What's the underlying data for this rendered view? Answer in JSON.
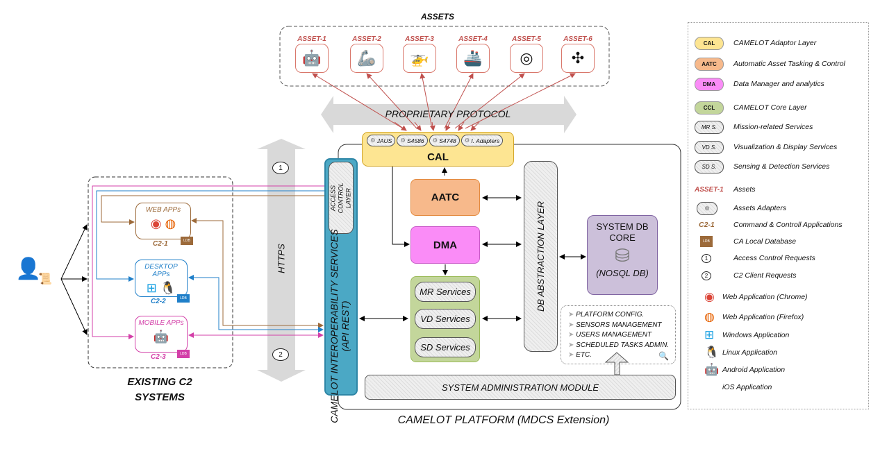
{
  "assets": {
    "title": "ASSETS",
    "items": [
      {
        "label": "ASSET-1",
        "icon": "ground-robot-icon",
        "glyph": "🤖"
      },
      {
        "label": "ASSET-2",
        "icon": "robot-arm-icon",
        "glyph": "🦾"
      },
      {
        "label": "ASSET-3",
        "icon": "helicopter-drone-icon",
        "glyph": "🚁"
      },
      {
        "label": "ASSET-4",
        "icon": "ship-icon",
        "glyph": "🚢"
      },
      {
        "label": "ASSET-5",
        "icon": "radar-icon",
        "glyph": "◎"
      },
      {
        "label": "ASSET-6",
        "icon": "quadcopter-icon",
        "glyph": "✣"
      }
    ]
  },
  "protocol": {
    "label": "PROPRIETARY PROTOCOL"
  },
  "cal": {
    "label": "CAL",
    "adapters": [
      "JAUS",
      "S4586",
      "S4748",
      "I. Adapters"
    ]
  },
  "https": {
    "label": "HTTPS",
    "marker1": "1",
    "marker2": "2"
  },
  "interop": {
    "label": "CAMELOT INTEROPERABILITY SERVICES (API REST)",
    "access_control": "ACCESS CONTROL LAYER"
  },
  "aatc": {
    "label": "AATC"
  },
  "dma": {
    "label": "DMA"
  },
  "services": [
    "MR Services",
    "VD Services",
    "SD Services"
  ],
  "db_layer": {
    "label": "DB ABSTRACTION LAYER"
  },
  "db_core": {
    "title": "SYSTEM DB CORE",
    "subtitle": "(NOSQL DB)"
  },
  "admin_items": [
    "PLATFORM CONFIG.",
    "SENSORS MANAGEMENT",
    "USERS MANAGEMENT",
    "SCHEDULED TASKS ADMIN.",
    "ETC."
  ],
  "admin_module": {
    "label": "SYSTEM ADMINISTRATION MODULE"
  },
  "platform": {
    "label": "CAMELOT PLATFORM (MDCS Extension)"
  },
  "c2": {
    "label": "EXISTING C2 SYSTEMS",
    "apps": [
      {
        "title": "WEB APPs",
        "code": "C2-1",
        "color": "#9c6a3a"
      },
      {
        "title": "DESKTOP APPs",
        "code": "C2-2",
        "color": "#1f7fc9"
      },
      {
        "title": "MOBILE APPs",
        "code": "C2-3",
        "color": "#d33fa8"
      }
    ],
    "ldb": "LDB"
  },
  "legend": [
    {
      "badge": "CAL",
      "text": "CAMELOT Adaptor Layer",
      "color": "#fde592"
    },
    {
      "badge": "AATC",
      "text": "Automatic Asset Tasking & Control",
      "color": "#f7b98b"
    },
    {
      "badge": "DMA",
      "text": "Data Manager and analytics",
      "color": "#fa8cf7"
    },
    {
      "badge": "CCL",
      "text": "CAMELOT Core Layer",
      "color": "#c3d69b"
    },
    {
      "badge": "MR S.",
      "text": "Mission-related Services"
    },
    {
      "badge": "VD S.",
      "text": "Visualization & Display Services"
    },
    {
      "badge": "SD S.",
      "text": "Sensing & Detection Services"
    },
    {
      "badge": "ASSET-1",
      "text": "Assets"
    },
    {
      "badge": "⚙",
      "text": "Assets Adapters"
    },
    {
      "badge": "C2-1",
      "text": "Command & Controll Applications"
    },
    {
      "badge": "LDB",
      "text": "CA Local Database"
    },
    {
      "badge": "1",
      "text": "Access Control Requests"
    },
    {
      "badge": "2",
      "text": "C2 Client Requests"
    },
    {
      "text": "Web Application (Chrome)",
      "icon": "chrome-icon"
    },
    {
      "text": "Web Application (Firefox)",
      "icon": "firefox-icon"
    },
    {
      "text": "Windows Application",
      "icon": "windows-icon"
    },
    {
      "text": "Linux Application",
      "icon": "linux-icon"
    },
    {
      "text": "Android Application",
      "icon": "android-icon"
    },
    {
      "text": "iOS Application",
      "icon": "apple-icon"
    }
  ]
}
